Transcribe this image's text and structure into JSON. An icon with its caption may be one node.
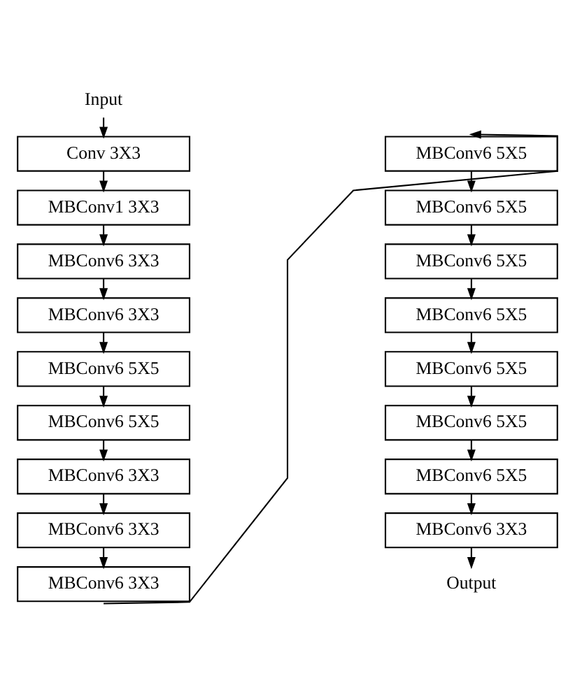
{
  "diagram": {
    "nodes": [
      {
        "text": [
          "Input"
        ]
      },
      {
        "text": [
          "Conv 3X3"
        ]
      },
      {
        "text": [
          "MBConv1 3X3"
        ]
      },
      {
        "text": [
          "MBConv6 3X3"
        ]
      },
      {
        "text": [
          "MBConv6 3X3"
        ]
      },
      {
        "text": [
          "MBConv6 5X5"
        ]
      },
      {
        "text": [
          "MBConv6 5X5"
        ]
      },
      {
        "text": [
          "MBConv6 3X3"
        ]
      },
      {
        "text": [
          "MBConv6 3X3"
        ]
      },
      {
        "text": [
          "MBConv6 3X3"
        ]
      },
      {
        "text": [
          "MBConv6 5X5"
        ]
      },
      {
        "text": [
          "MBConv6 5X5"
        ]
      },
      {
        "text": [
          "MBConv6 5X5"
        ]
      },
      {
        "text": [
          "MBConv6 5X5"
        ]
      },
      {
        "text": [
          "MBConv6 5X5"
        ]
      },
      {
        "text": [
          "MBConv6 5X5"
        ]
      },
      {
        "text": [
          "MBConv6 5X5"
        ]
      },
      {
        "text": [
          "MBConv6 3X3"
        ]
      },
      {
        "text": [
          "Output"
        ]
      }
    ],
    "edges": [
      {
        "from": 0,
        "to": 1,
        "arrow": "to"
      },
      {
        "from": 1,
        "to": 2,
        "arrow": "to"
      },
      {
        "from": 2,
        "to": 3,
        "arrow": "to"
      },
      {
        "from": 3,
        "to": 4,
        "arrow": "to"
      },
      {
        "from": 4,
        "to": 5,
        "arrow": "to"
      },
      {
        "from": 5,
        "to": 6,
        "arrow": "to"
      },
      {
        "from": 6,
        "to": 7,
        "arrow": "to"
      },
      {
        "from": 7,
        "to": 8,
        "arrow": "to"
      },
      {
        "from": 8,
        "to": 9,
        "arrow": "to"
      },
      {
        "from": 9,
        "to": 10,
        "arrow": "to"
      },
      {
        "from": 10,
        "to": 11,
        "arrow": "to"
      },
      {
        "from": 11,
        "to": 12,
        "arrow": "to"
      },
      {
        "from": 12,
        "to": 13,
        "arrow": "to"
      },
      {
        "from": 13,
        "to": 14,
        "arrow": "to"
      },
      {
        "from": 14,
        "to": 15,
        "arrow": "to"
      },
      {
        "from": 15,
        "to": 16,
        "arrow": "to"
      },
      {
        "from": 16,
        "to": 17,
        "arrow": "to"
      },
      {
        "from": 17,
        "to": 18,
        "arrow": "to"
      }
    ]
  }
}
